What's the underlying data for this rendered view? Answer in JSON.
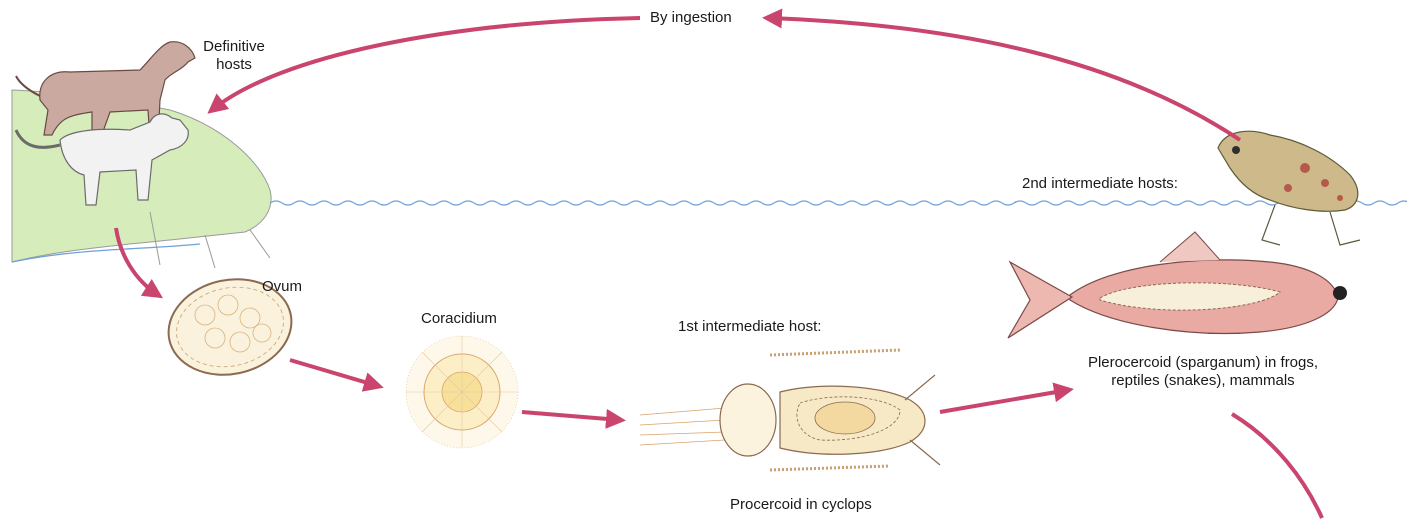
{
  "labels": {
    "transmission": "By ingestion",
    "definitive_hosts_line1": "Definitive",
    "definitive_hosts_line2": "hosts",
    "second_intermediate": "2nd intermediate hosts:",
    "ovum": "Ovum",
    "coracidium": "Coracidium",
    "first_intermediate": "1st intermediate host:",
    "procercoid": "Procercoid in cyclops",
    "plerocercoid_line1": "Plerocercoid (sparganum) in frogs,",
    "plerocercoid_line2": "reptiles (snakes), mammals"
  },
  "colors": {
    "arrow": "#c9456e",
    "water": "#6fa0d8",
    "organism": "#d9a36a",
    "fish_body": "#e8a6a0",
    "land": "#cfe9b0"
  }
}
